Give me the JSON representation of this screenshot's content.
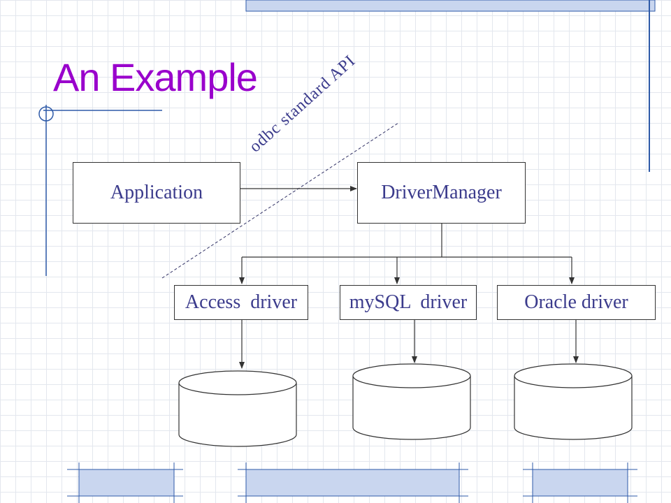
{
  "slide": {
    "title": "An Example"
  },
  "diagram": {
    "application_label": "Application",
    "driver_manager_label": "DriverManager",
    "api_label": "odbc standard API",
    "drivers": [
      {
        "label": "Access  driver"
      },
      {
        "label": "mySQL  driver"
      },
      {
        "label": "Oracle driver"
      }
    ]
  },
  "colors": {
    "title": "#9900cc",
    "text": "#3b3b8c",
    "accent_blue": "#2e5aa8",
    "line": "#333333"
  }
}
